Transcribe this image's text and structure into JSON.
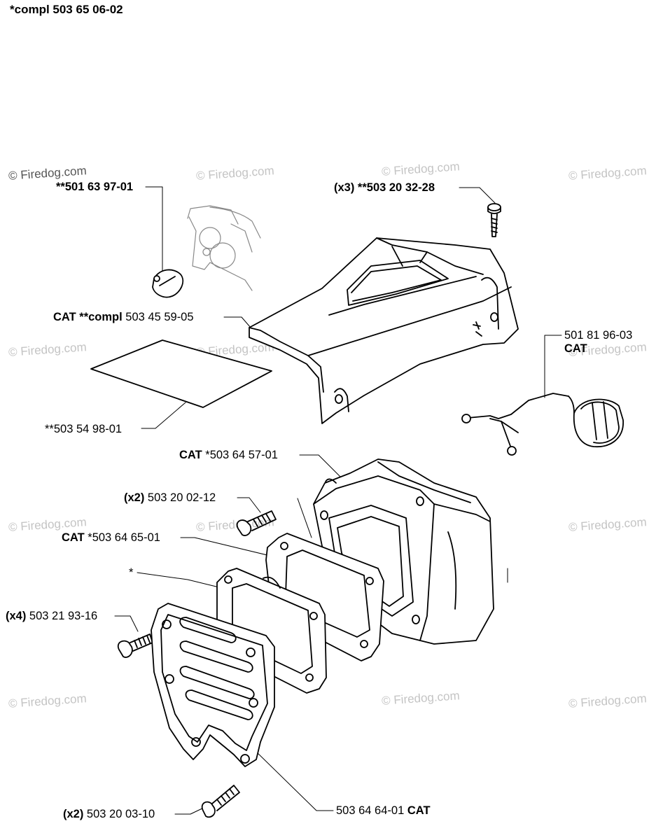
{
  "header": "*compl 503 65 06-02",
  "watermark": "© Firedog.com",
  "callouts": [
    {
      "id": "c1",
      "bold": "**501 63 97-01",
      "rest": ""
    },
    {
      "id": "c2",
      "bold": "(x3) **503 20 32-28",
      "rest": ""
    },
    {
      "id": "c3",
      "bold": "CAT **compl",
      "rest": " 503 45 59-05"
    },
    {
      "id": "c4",
      "bold": "",
      "rest": "501 81 96-03"
    },
    {
      "id": "c4b",
      "bold": "CAT",
      "rest": ""
    },
    {
      "id": "c5",
      "bold": "",
      "rest": "**503 54 98-01"
    },
    {
      "id": "c6",
      "bold": "CAT",
      "rest": " *503 64 57-01"
    },
    {
      "id": "c7",
      "bold": "(x2)",
      "rest": " 503 20 02-12"
    },
    {
      "id": "c8",
      "bold": "CAT",
      "rest": " *503 64 65-01"
    },
    {
      "id": "c9",
      "bold": "",
      "rest": "*"
    },
    {
      "id": "c10",
      "bold": "(x4)",
      "rest": " 503 21 93-16"
    },
    {
      "id": "c11",
      "bold": "",
      "rest": "503 64 64-01 "
    },
    {
      "id": "c11b",
      "bold": "CAT",
      "rest": ""
    },
    {
      "id": "c12",
      "bold": "(x2)",
      "rest": " 503 20 03-10"
    }
  ]
}
